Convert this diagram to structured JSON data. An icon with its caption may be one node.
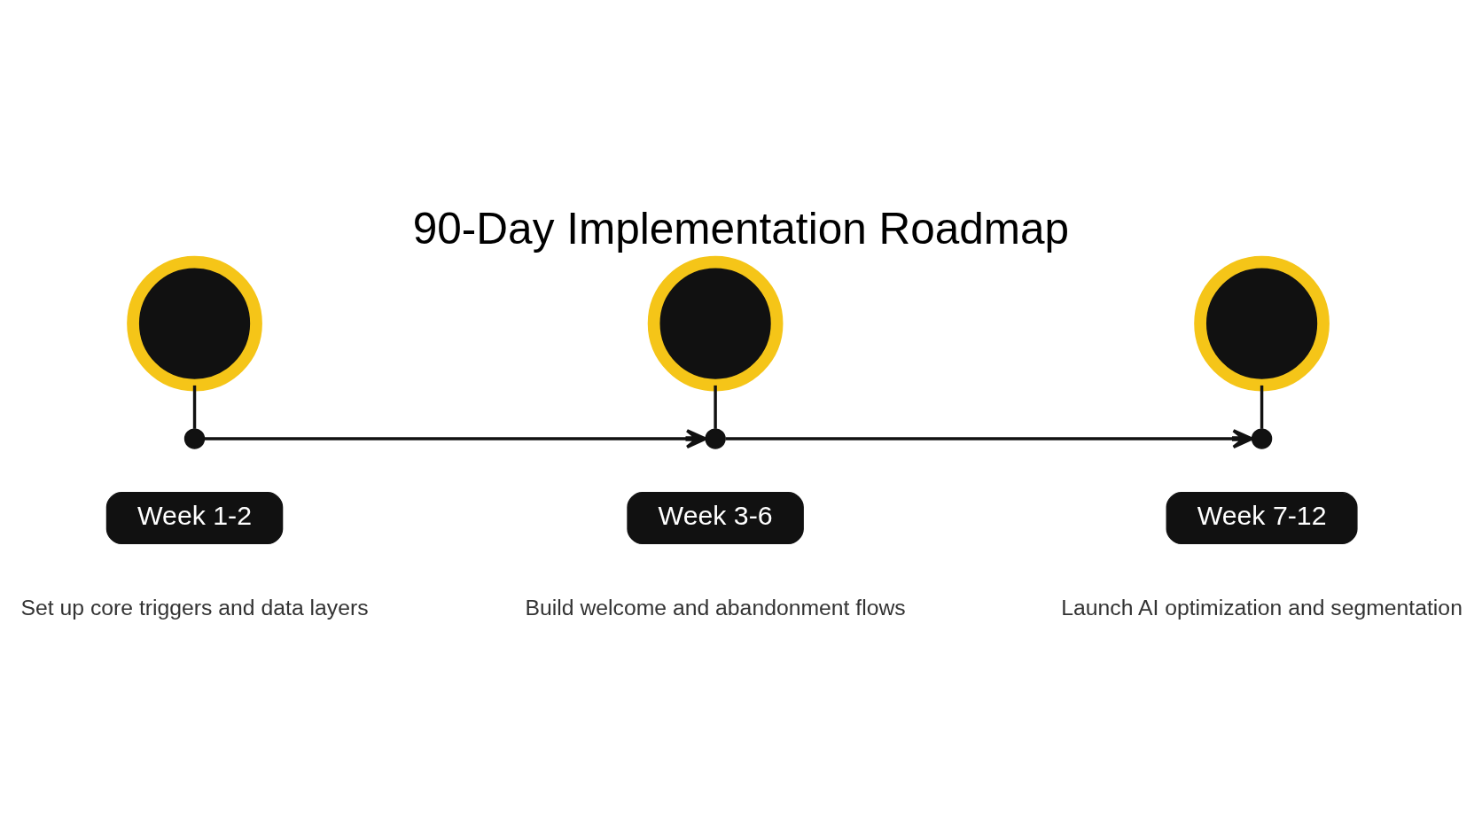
{
  "diagram": {
    "title": "90-Day Implementation Roadmap",
    "nodes": [
      {
        "text": [],
        "shape": "circle"
      },
      {
        "text": [],
        "shape": "circle"
      },
      {
        "text": [
          "Week 1-2"
        ],
        "beside": [
          "Set up core triggers and data layers"
        ]
      },
      {
        "text": [],
        "shape": "circle"
      },
      {
        "text": [],
        "shape": "circle"
      },
      {
        "text": [
          "Week 3-6"
        ],
        "beside": [
          "Build welcome and abandonment flows"
        ]
      },
      {
        "text": [],
        "shape": "circle"
      },
      {
        "text": [],
        "shape": "circle"
      },
      {
        "text": [
          "Week 7-12"
        ],
        "beside": [
          "Launch AI optimization and segmentation"
        ]
      }
    ],
    "edges": [
      {
        "from": 0,
        "to": 1,
        "arrow": "none"
      },
      {
        "from": 1,
        "to": 4,
        "arrow": "to"
      },
      {
        "from": 3,
        "to": 4,
        "arrow": "none"
      },
      {
        "from": 4,
        "to": 7,
        "arrow": "to"
      },
      {
        "from": 6,
        "to": 7,
        "arrow": "none"
      }
    ]
  }
}
